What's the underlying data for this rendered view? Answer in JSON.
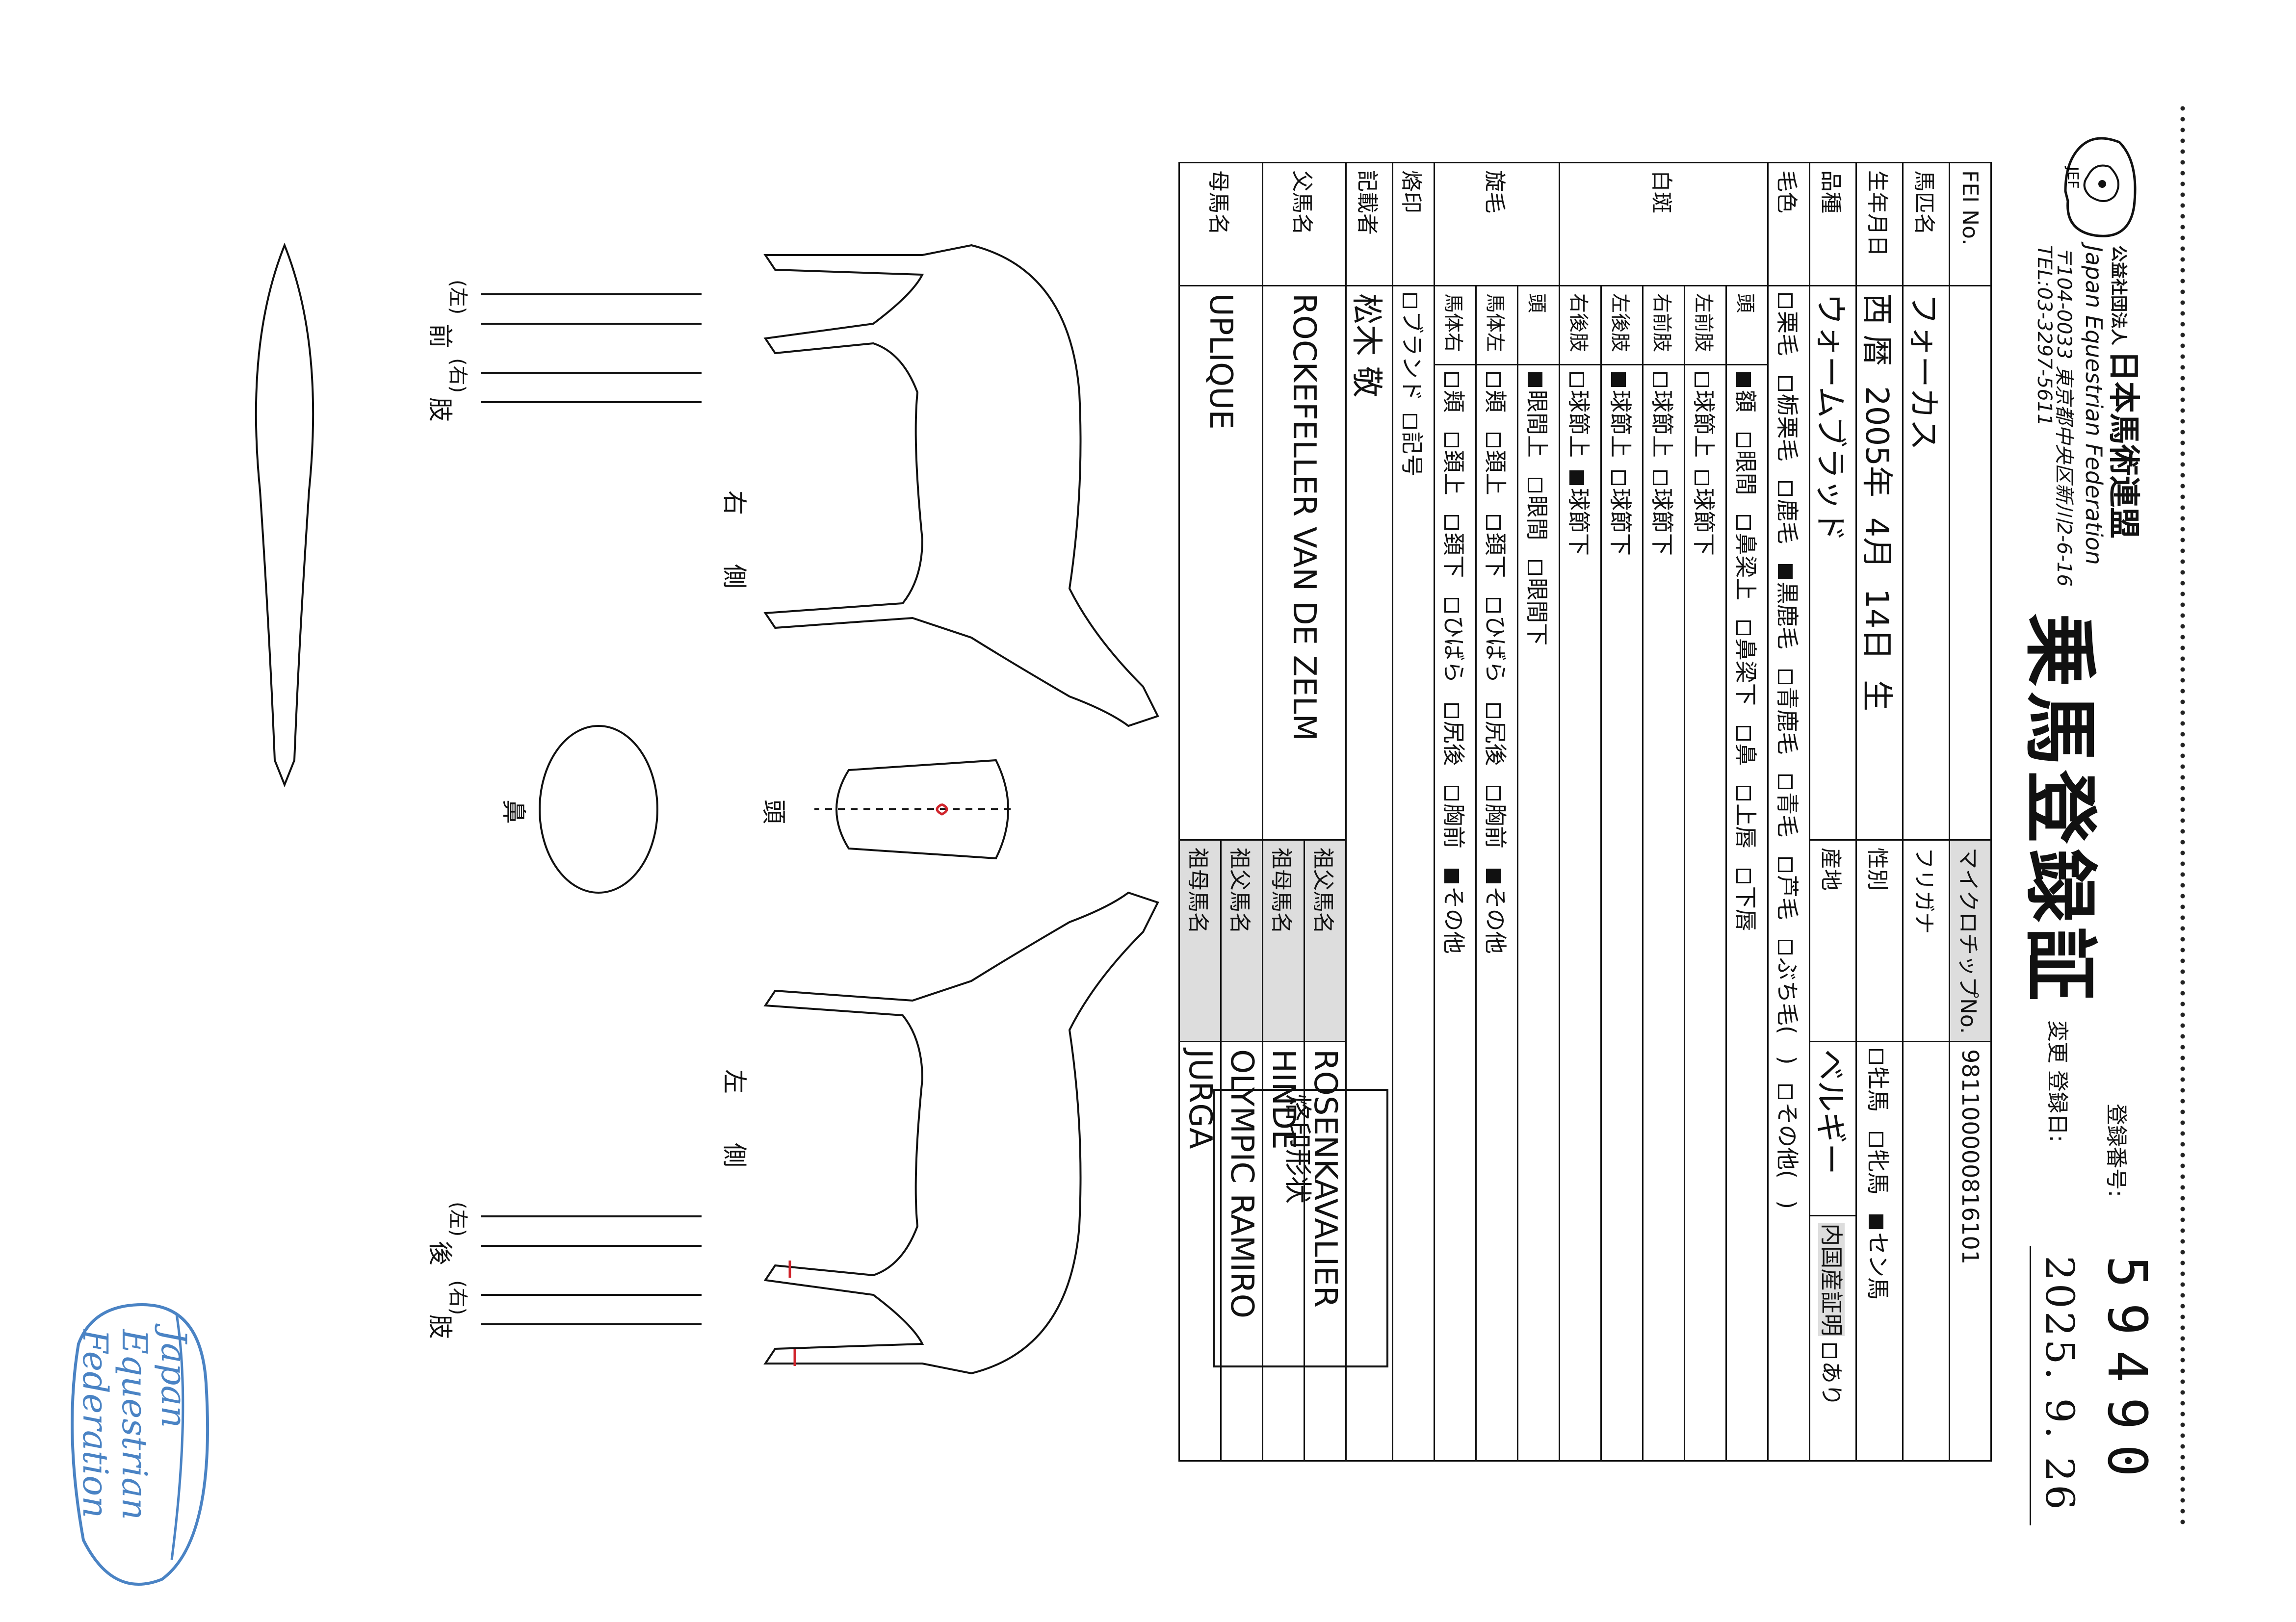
{
  "header": {
    "org_prefix": "公益社団法人",
    "org_name": "日本馬術連盟",
    "org_en": "Japan Equestrian Federation",
    "address": "〒104-0033 東京都中央区新川2-6-16",
    "tel": "TEL:03-3297-5611",
    "logo_text": "JEF",
    "title": "乗馬登録証",
    "reg_no_label": "登録番号:",
    "reg_no_value": "59490",
    "reg_date_label": "変更 登録日:",
    "reg_date_value": "2025. 9. 26"
  },
  "table": {
    "fei_no": "FEI No.",
    "microchip_label": "マイクロチップNo.",
    "microchip_value": "981100000816101",
    "horse_name_label": "馬匹名",
    "horse_name_value": "フォーカス",
    "furigana_label": "フリガナ",
    "birth_label": "生年月日",
    "birth_era": "西 暦",
    "birth_year": "2005",
    "birth_year_unit": "年",
    "birth_month": "4",
    "birth_month_unit": "月",
    "birth_day": "14",
    "birth_day_unit": "日",
    "birth_suffix": "生",
    "sex_label": "性別",
    "sex_options": [
      {
        "label": "牡馬",
        "checked": false
      },
      {
        "label": "牝馬",
        "checked": false
      },
      {
        "label": "セン馬",
        "checked": true
      }
    ],
    "breed_label": "品種",
    "breed_value": "ウォームブラッド",
    "origin_label": "産地",
    "origin_value": "ベルギー",
    "domestic_cert_label": "内国産証明",
    "domestic_cert_option": "あり",
    "color_label": "毛色",
    "color_options": [
      {
        "label": "栗毛",
        "checked": false
      },
      {
        "label": "栃栗毛",
        "checked": false
      },
      {
        "label": "鹿毛",
        "checked": false
      },
      {
        "label": "黒鹿毛",
        "checked": true
      },
      {
        "label": "青鹿毛",
        "checked": false
      },
      {
        "label": "青毛",
        "checked": false
      },
      {
        "label": "芦毛",
        "checked": false
      },
      {
        "label": "ぶち毛(",
        "checked": false
      }
    ],
    "color_close_paren": ")",
    "color_other": "その他(",
    "color_other_close": ")",
    "white_label": "白斑",
    "white_rows": [
      {
        "part": "頭",
        "options": [
          {
            "label": "額",
            "checked": true
          },
          {
            "label": "眼間",
            "checked": false
          },
          {
            "label": "鼻梁上",
            "checked": false
          },
          {
            "label": "鼻梁下",
            "checked": false
          },
          {
            "label": "鼻",
            "checked": false
          },
          {
            "label": "上唇",
            "checked": false
          },
          {
            "label": "下唇",
            "checked": false
          }
        ]
      },
      {
        "part": "左前肢",
        "options": [
          {
            "label": "球節上",
            "checked": false
          },
          {
            "label": "球節下",
            "checked": false
          }
        ]
      },
      {
        "part": "右前肢",
        "options": [
          {
            "label": "球節上",
            "checked": false
          },
          {
            "label": "球節下",
            "checked": false
          }
        ]
      },
      {
        "part": "左後肢",
        "options": [
          {
            "label": "球節上",
            "checked": true
          },
          {
            "label": "球節下",
            "checked": false
          }
        ]
      },
      {
        "part": "右後肢",
        "options": [
          {
            "label": "球節上",
            "checked": false
          },
          {
            "label": "球節下",
            "checked": true
          }
        ]
      }
    ],
    "whorl_label": "旋毛",
    "whorl_rows": [
      {
        "part": "頭",
        "options": [
          {
            "label": "眼間上",
            "checked": true
          },
          {
            "label": "眼間",
            "checked": false
          },
          {
            "label": "眼間下",
            "checked": false
          }
        ]
      },
      {
        "part": "馬体左",
        "options": [
          {
            "label": "頬",
            "checked": false
          },
          {
            "label": "頚上",
            "checked": false
          },
          {
            "label": "頚下",
            "checked": false
          },
          {
            "label": "ひばら",
            "checked": false
          },
          {
            "label": "尻後",
            "checked": false
          },
          {
            "label": "胸前",
            "checked": false
          },
          {
            "label": "その他",
            "checked": true
          }
        ]
      },
      {
        "part": "馬体右",
        "options": [
          {
            "label": "頬",
            "checked": false
          },
          {
            "label": "頚上",
            "checked": false
          },
          {
            "label": "頚下",
            "checked": false
          },
          {
            "label": "ひばら",
            "checked": false
          },
          {
            "label": "尻後",
            "checked": false
          },
          {
            "label": "胸前",
            "checked": false
          },
          {
            "label": "その他",
            "checked": true
          }
        ]
      }
    ],
    "brand_label": "烙印",
    "brand_options": [
      {
        "label": "ブランド",
        "checked": false
      },
      {
        "label": "記号",
        "checked": false
      }
    ],
    "recorder_label": "記載者",
    "recorder_value": "松木 敬",
    "sire_label": "父馬名",
    "sire_value": "ROCKEFELLER VAN DE ZELM",
    "pat_grandsire_label": "祖父馬名",
    "pat_grandsire_value": "ROSENKAVALIER",
    "pat_granddam_label": "祖母馬名",
    "pat_granddam_value": "HINDE",
    "dam_label": "母馬名",
    "dam_value": "UPLIQUE",
    "mat_grandsire_label": "祖父馬名",
    "mat_grandsire_value": "OLYMPIC RAMIRO",
    "mat_granddam_label": "祖母馬名",
    "mat_granddam_value": "JURGA"
  },
  "diagram": {
    "brand_shape_label": "烙印形状",
    "right_side_label": "右　　側",
    "left_side_label": "左　　側",
    "front_legs_label": "前　　肢",
    "hind_legs_label": "後　　肢",
    "nose_label": "鼻",
    "head_label": "頭",
    "left_tag": "(左)",
    "right_tag": "(右)"
  },
  "stamp": {
    "line1": "Japan",
    "line2": "Equestrian",
    "line3": "Federation",
    "color": "#4a83c4"
  },
  "colors": {
    "ink": "#111111",
    "marking_red": "#d0242c",
    "stamp_blue": "#4a83c4"
  }
}
